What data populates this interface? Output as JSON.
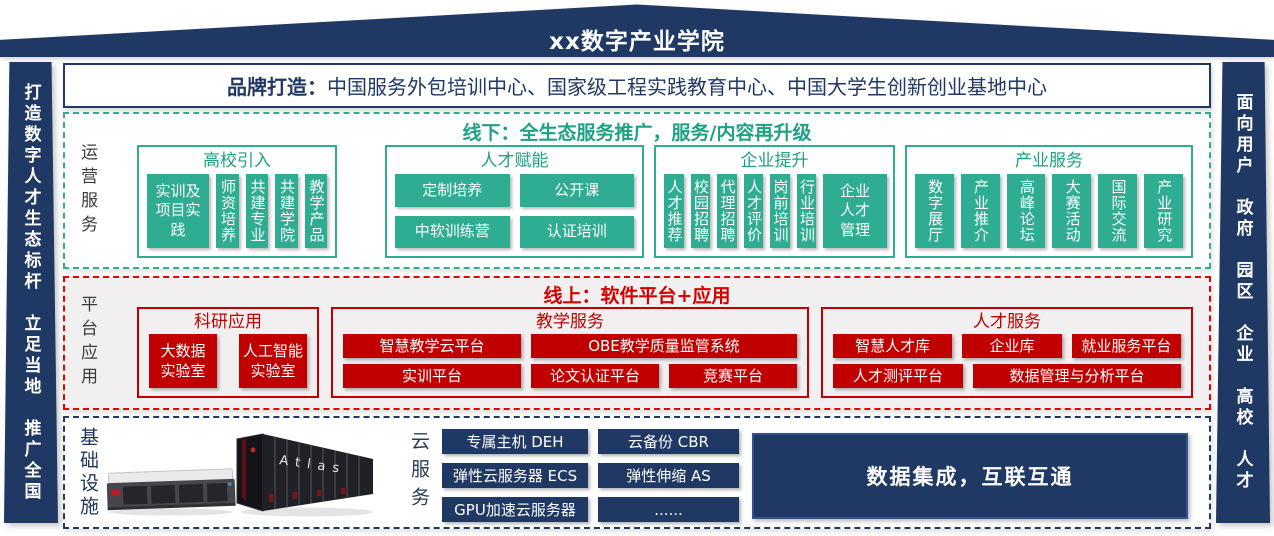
{
  "banner": {
    "title": "xx数字产业学院"
  },
  "sidebars": {
    "left": "打造数字人才生态标杆　立足当地　推广全国",
    "right": "面向用户　政府　园区　企业　高校　人才"
  },
  "brand": {
    "label": "品牌打造：",
    "text": "中国服务外包培训中心、国家级工程实践教育中心、中国大学生创新创业基地中心"
  },
  "offline": {
    "side_label": "运营服务",
    "header": "线下：全生态服务推广，服务/内容再升级",
    "college": {
      "title": "高校引入",
      "wide": "实训及\n项目实\n践",
      "items": [
        "师资培养",
        "共建专业",
        "共建学院",
        "教学产品"
      ]
    },
    "talent": {
      "title": "人才赋能",
      "items": [
        "定制培养",
        "公开课",
        "中软训练营",
        "认证培训"
      ]
    },
    "enterprise": {
      "title": "企业提升",
      "items": [
        "人才推荐",
        "校园招聘",
        "代理招聘",
        "人才评价",
        "岗前培训",
        "行业培训"
      ],
      "wide": "企业\n人才\n管理"
    },
    "industry": {
      "title": "产业服务",
      "items": [
        "数字展厅",
        "产业推介",
        "高峰论坛",
        "大赛活动",
        "国际交流",
        "产业研究"
      ]
    }
  },
  "online": {
    "side_label": "平台应用",
    "header": "线上：软件平台+应用",
    "research": {
      "title": "科研应用",
      "items": [
        "大数据\n实验室",
        "人工智能\n实验室"
      ]
    },
    "teaching": {
      "title": "教学服务",
      "row1": [
        "智慧教学云平台",
        "OBE教学质量监管系统"
      ],
      "row2": [
        "实训平台",
        "论文认证平台",
        "竞赛平台"
      ]
    },
    "hr": {
      "title": "人才服务",
      "row1": [
        "智慧人才库",
        "企业库",
        "就业服务平台"
      ],
      "row2": [
        "人才测评平台",
        "数据管理与分析平台"
      ]
    }
  },
  "infra": {
    "side_label": "基础设施",
    "cloud_label": "云服务",
    "atlas_text": "Atlas",
    "cloud_col1": [
      "专属主机 DEH",
      "弹性云服务器 ECS",
      "GPU加速云服务器"
    ],
    "cloud_col2": [
      "云备份 CBR",
      "弹性伸缩 AS",
      "......"
    ],
    "data_banner": "数据集成，互联互通"
  },
  "colors": {
    "navy": "#1f3864",
    "green": "#2ead93",
    "red_block": "#c00000",
    "red_accent": "#e60000",
    "online_bg": "#f1efef"
  }
}
